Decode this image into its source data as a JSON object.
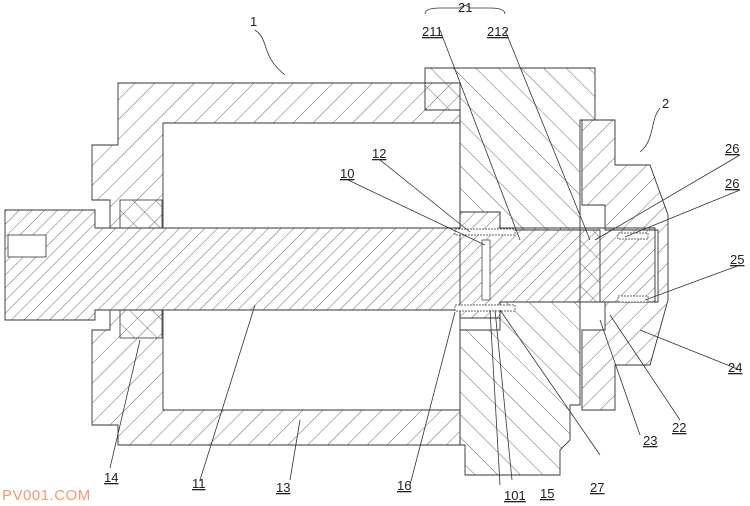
{
  "drawing": {
    "labels": {
      "l1": "1",
      "l2": "2",
      "l10": "10",
      "l11": "11",
      "l12": "12",
      "l13": "13",
      "l14": "14",
      "l15": "15",
      "l16": "16",
      "l21": "21",
      "l211": "211",
      "l212": "212",
      "l22": "22",
      "l23": "23",
      "l24": "24",
      "l25": "25",
      "l26a": "26",
      "l26b": "26",
      "l27": "27",
      "l101": "101"
    },
    "watermark": "PV001.COM"
  }
}
